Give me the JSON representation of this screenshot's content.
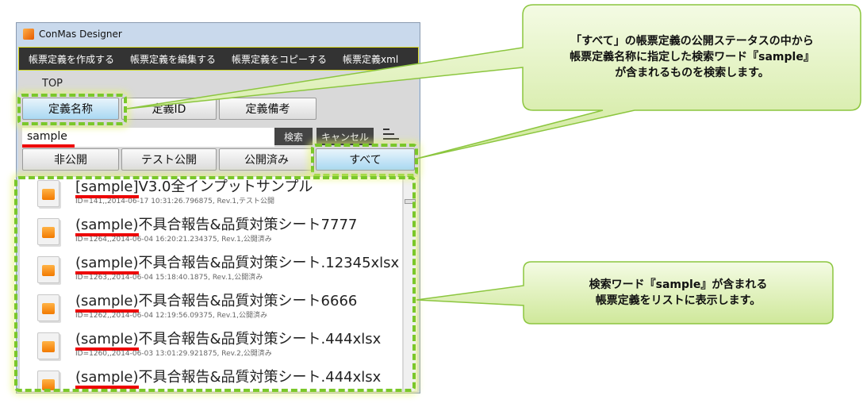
{
  "window": {
    "title": "ConMas Designer"
  },
  "menu": [
    "帳票定義を作成する",
    "帳票定義を編集する",
    "帳票定義をコピーする",
    "帳票定義xml"
  ],
  "breadcrumb": "TOP",
  "search_tabs": [
    "定義名称",
    "定義ID",
    "定義備考"
  ],
  "search": {
    "value": "sample",
    "search_label": "検索",
    "cancel_label": "キャンセル"
  },
  "filters": [
    "非公開",
    "テスト公開",
    "公開済み",
    "すべて"
  ],
  "items": [
    {
      "kw": "[sample]",
      "rest": "V3.0全インプットサンプル",
      "meta": "ID=141,,2014-06-17 10:31:26.796875, Rev.1,テスト公開"
    },
    {
      "kw": "(sample)",
      "rest": "不具合報告&品質対策シート7777",
      "meta": "ID=1264,,2014-06-04 16:20:21.234375, Rev.1,公開済み"
    },
    {
      "kw": "(sample)",
      "rest": "不具合報告&品質対策シート.12345xlsx",
      "meta": "ID=1263,,2014-06-04 15:18:40.1875, Rev.1,公開済み"
    },
    {
      "kw": "(sample)",
      "rest": "不具合報告&品質対策シート6666",
      "meta": "ID=1262,,2014-06-04 12:19:56.09375, Rev.1,公開済み"
    },
    {
      "kw": "(sample)",
      "rest": "不具合報告&品質対策シート.444xlsx",
      "meta": "ID=1260,,2014-06-03 13:01:29.921875, Rev.2,公開済み"
    },
    {
      "kw": "(sample)",
      "rest": "不具合報告&品質対策シート.444xlsx",
      "meta": ""
    }
  ],
  "callouts": {
    "c1": [
      "「すべて」の帳票定義の公開ステータスの中から",
      "帳票定義名称に指定した検索ワード『sample』",
      "が含まれるものを検索します。"
    ],
    "c2": [
      "検索ワード『sample』が含まれる",
      "帳票定義をリストに表示します。"
    ]
  }
}
